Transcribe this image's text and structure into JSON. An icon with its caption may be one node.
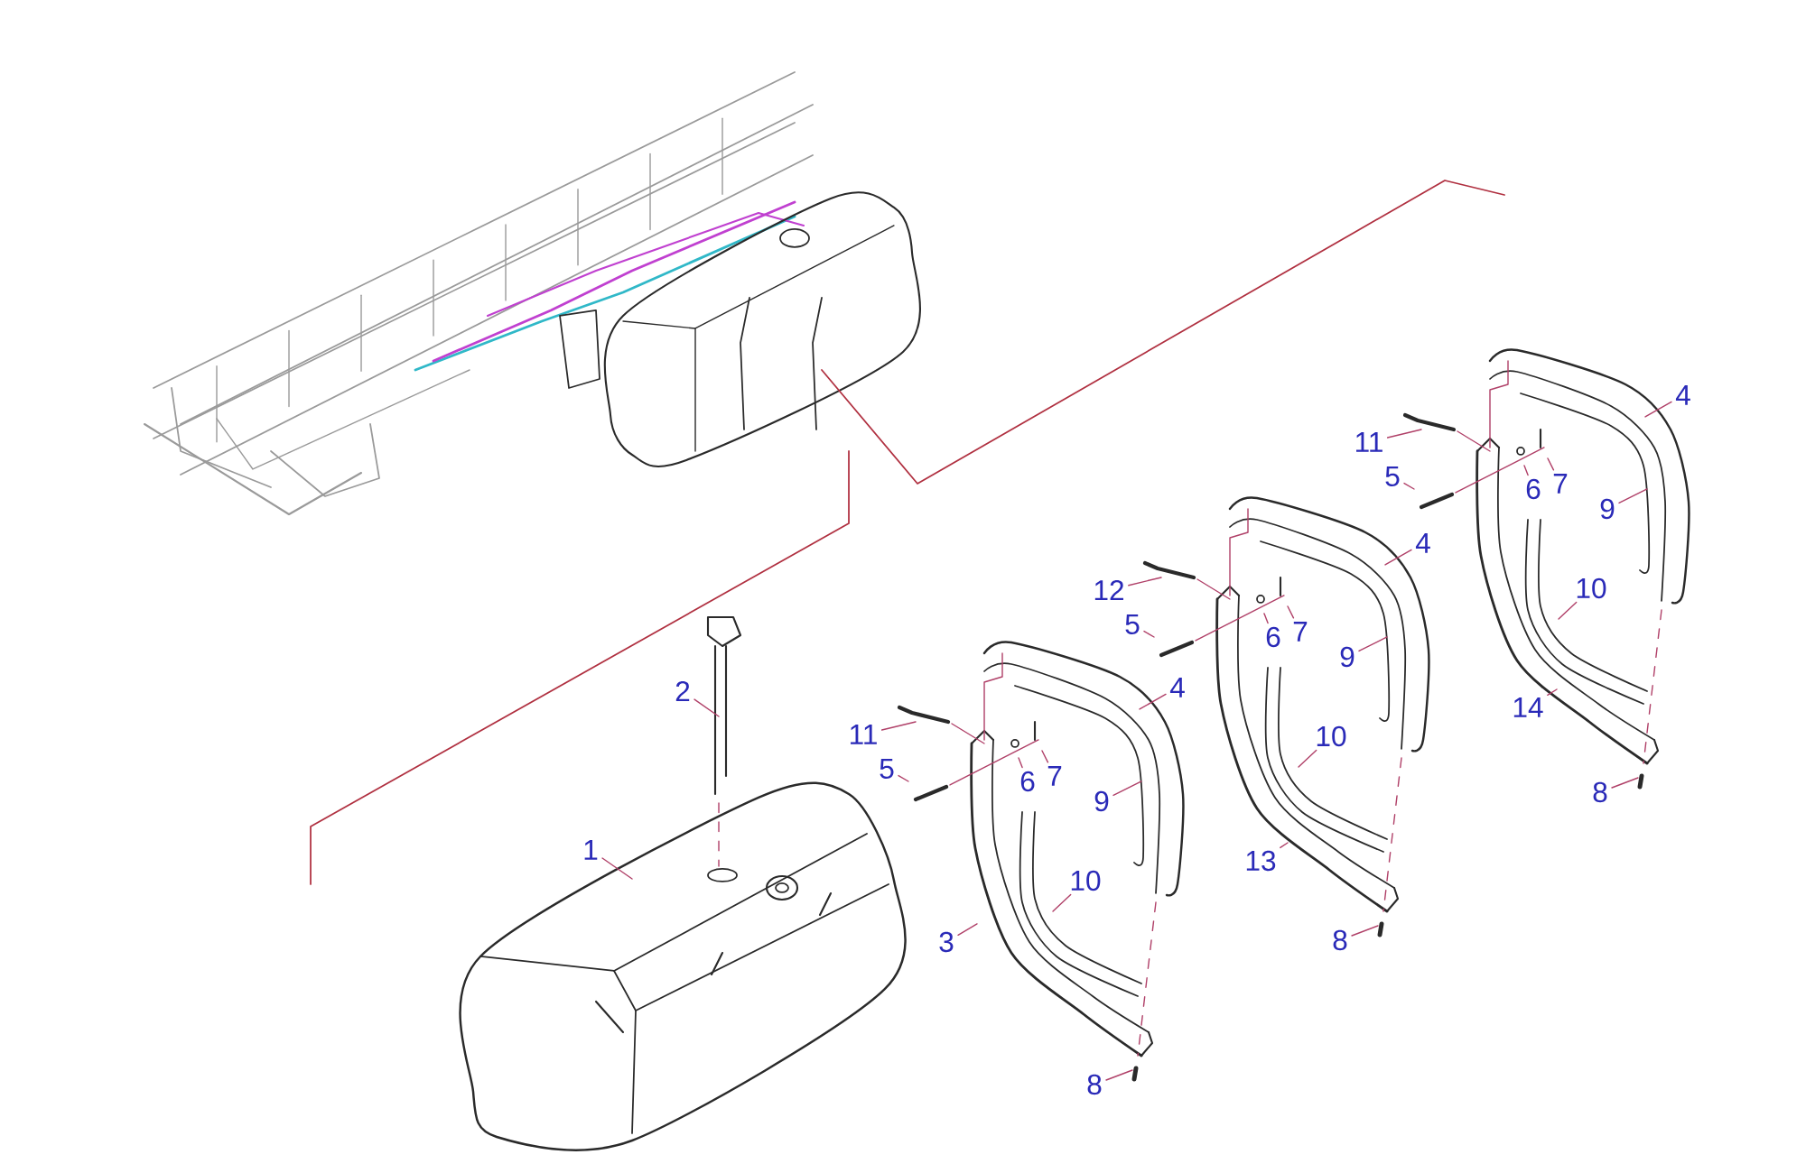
{
  "diagram": {
    "nodes": [
      {
        "text": [
          "1"
        ]
      },
      {
        "text": [
          "2"
        ]
      },
      {
        "text": [
          "11"
        ]
      },
      {
        "text": [
          "5"
        ]
      },
      {
        "text": [
          "6"
        ]
      },
      {
        "text": [
          "7"
        ]
      },
      {
        "text": [
          "4"
        ]
      },
      {
        "text": [
          "9"
        ]
      },
      {
        "text": [
          "10"
        ]
      },
      {
        "text": [
          "3"
        ]
      },
      {
        "text": [
          "8"
        ]
      },
      {
        "text": [
          "12"
        ]
      },
      {
        "text": [
          "5"
        ]
      },
      {
        "text": [
          "6"
        ]
      },
      {
        "text": [
          "7"
        ]
      },
      {
        "text": [
          "4"
        ]
      },
      {
        "text": [
          "9"
        ]
      },
      {
        "text": [
          "10"
        ]
      },
      {
        "text": [
          "13"
        ]
      },
      {
        "text": [
          "8"
        ]
      },
      {
        "text": [
          "11"
        ]
      },
      {
        "text": [
          "5"
        ]
      },
      {
        "text": [
          "6"
        ]
      },
      {
        "text": [
          "7"
        ]
      },
      {
        "text": [
          "4"
        ]
      },
      {
        "text": [
          "9"
        ]
      },
      {
        "text": [
          "10"
        ]
      },
      {
        "text": [
          "14"
        ]
      },
      {
        "text": [
          "8"
        ]
      }
    ],
    "edges": [
      {
        "from": 0,
        "to": null,
        "arrow": "none"
      },
      {
        "from": 1,
        "to": null,
        "arrow": "none"
      },
      {
        "from": 2,
        "to": null,
        "arrow": "none"
      },
      {
        "from": 3,
        "to": null,
        "arrow": "none"
      },
      {
        "from": 4,
        "to": null,
        "arrow": "none"
      },
      {
        "from": 5,
        "to": null,
        "arrow": "none"
      },
      {
        "from": 6,
        "to": null,
        "arrow": "none"
      },
      {
        "from": 7,
        "to": null,
        "arrow": "none"
      },
      {
        "from": 8,
        "to": null,
        "arrow": "none"
      },
      {
        "from": 9,
        "to": null,
        "arrow": "none"
      },
      {
        "from": 10,
        "to": null,
        "arrow": "none"
      },
      {
        "from": 11,
        "to": null,
        "arrow": "none"
      },
      {
        "from": 12,
        "to": null,
        "arrow": "none"
      },
      {
        "from": 13,
        "to": null,
        "arrow": "none"
      },
      {
        "from": 14,
        "to": null,
        "arrow": "none"
      },
      {
        "from": 15,
        "to": null,
        "arrow": "none"
      },
      {
        "from": 16,
        "to": null,
        "arrow": "none"
      },
      {
        "from": 17,
        "to": null,
        "arrow": "none"
      },
      {
        "from": 18,
        "to": null,
        "arrow": "none"
      },
      {
        "from": 19,
        "to": null,
        "arrow": "none"
      },
      {
        "from": 20,
        "to": null,
        "arrow": "none"
      },
      {
        "from": 21,
        "to": null,
        "arrow": "none"
      },
      {
        "from": 22,
        "to": null,
        "arrow": "none"
      },
      {
        "from": 23,
        "to": null,
        "arrow": "none"
      },
      {
        "from": 24,
        "to": null,
        "arrow": "none"
      },
      {
        "from": 25,
        "to": null,
        "arrow": "none"
      },
      {
        "from": 26,
        "to": null,
        "arrow": "none"
      },
      {
        "from": 27,
        "to": null,
        "arrow": "none"
      },
      {
        "from": 28,
        "to": null,
        "arrow": "none"
      }
    ]
  }
}
